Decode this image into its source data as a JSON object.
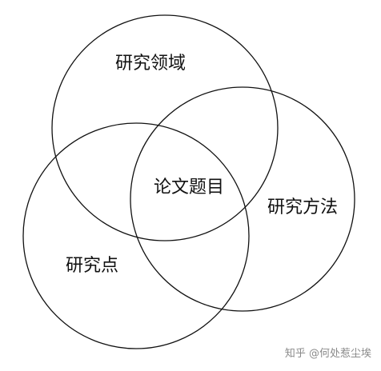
{
  "diagram": {
    "type": "venn",
    "sets": [
      {
        "id": "field",
        "label": "研究领域"
      },
      {
        "id": "method",
        "label": "研究方法"
      },
      {
        "id": "point",
        "label": "研究点"
      }
    ],
    "center_label": "论文题目",
    "line_color": "#111111",
    "background": "#ffffff"
  },
  "watermark": {
    "text": "知乎 @何处惹尘埃",
    "color": "#8a8a8a"
  }
}
